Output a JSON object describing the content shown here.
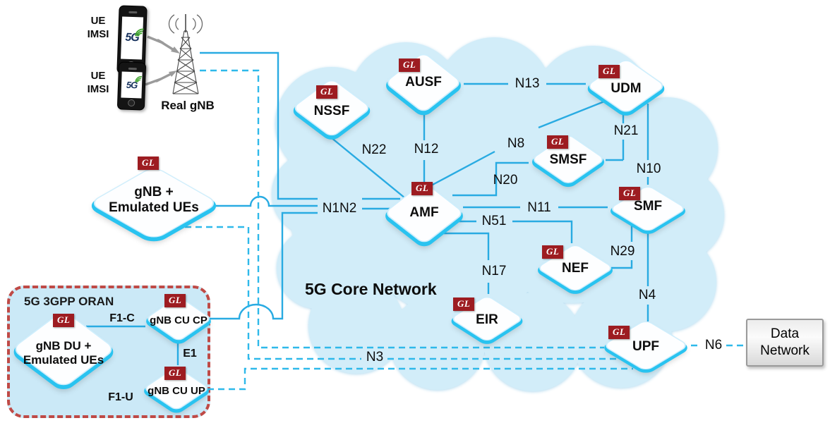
{
  "ran": {
    "ue1": {
      "label_line1": "UE",
      "label_line2": "IMSI",
      "screen": "5G"
    },
    "ue2": {
      "label_line1": "UE",
      "label_line2": "IMSI",
      "screen": "5G"
    },
    "tower_label": "Real gNB"
  },
  "cloud": {
    "title": "5G Core Network"
  },
  "oran_box": {
    "title": "5G 3GPP ORAN"
  },
  "data_network": {
    "line1": "Data",
    "line2": "Network"
  },
  "nodes": {
    "gnb_emulated": {
      "badge": "GL",
      "line1": "gNB +",
      "line2": "Emulated UEs"
    },
    "nssf": {
      "badge": "GL",
      "label": "NSSF"
    },
    "ausf": {
      "badge": "GL",
      "label": "AUSF"
    },
    "udm": {
      "badge": "GL",
      "label": "UDM"
    },
    "smsf": {
      "badge": "GL",
      "label": "SMSF"
    },
    "amf": {
      "badge": "GL",
      "label": "AMF"
    },
    "smf": {
      "badge": "GL",
      "label": "SMF"
    },
    "nef": {
      "badge": "GL",
      "label": "NEF"
    },
    "eir": {
      "badge": "GL",
      "label": "EIR"
    },
    "upf": {
      "badge": "GL",
      "label": "UPF"
    },
    "gnb_du": {
      "badge": "GL",
      "line1": "gNB DU +",
      "line2": "Emulated UEs"
    },
    "gnb_cucp": {
      "badge": "GL",
      "label": "gNB CU CP"
    },
    "gnb_cuup": {
      "badge": "GL",
      "label": "gNB CU UP"
    }
  },
  "links": {
    "n1n2": "N1N2",
    "n13": "N13",
    "n22": "N22",
    "n12": "N12",
    "n8": "N8",
    "n21": "N21",
    "n10": "N10",
    "n20": "N20",
    "n11": "N11",
    "n51": "N51",
    "n29": "N29",
    "n17": "N17",
    "n4": "N4",
    "n3": "N3",
    "n6": "N6",
    "f1c": "F1-C",
    "e1": "E1",
    "f1u": "F1-U"
  },
  "colors": {
    "solid_link": "#29abe2",
    "dashed_link": "#2fb9ea",
    "cloud_fill": "#d2edf9",
    "diamond_edge": "#29c3f0",
    "badge_bg": "#9d1c21",
    "oran_border": "#bf4a46"
  }
}
